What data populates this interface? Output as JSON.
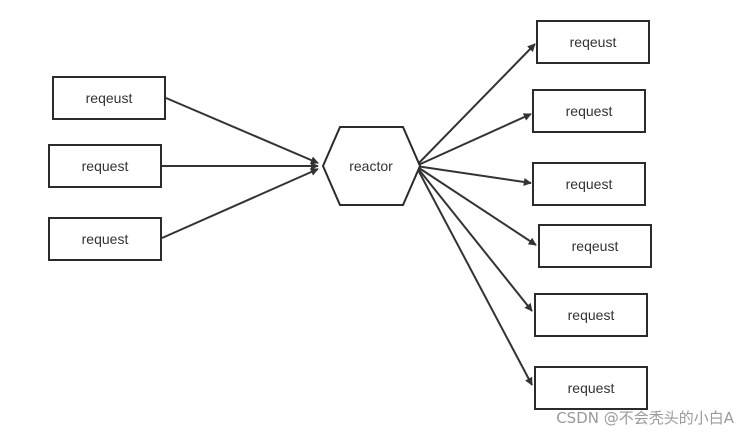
{
  "diagram": {
    "hub": {
      "label": "reactor"
    },
    "inputs": [
      {
        "label": "reqeust"
      },
      {
        "label": "request"
      },
      {
        "label": "request"
      }
    ],
    "outputs": [
      {
        "label": "reqeust"
      },
      {
        "label": "request"
      },
      {
        "label": "request"
      },
      {
        "label": "reqeust"
      },
      {
        "label": "request"
      },
      {
        "label": "request"
      }
    ]
  },
  "watermark": "CSDN @不会秃头的小白A"
}
